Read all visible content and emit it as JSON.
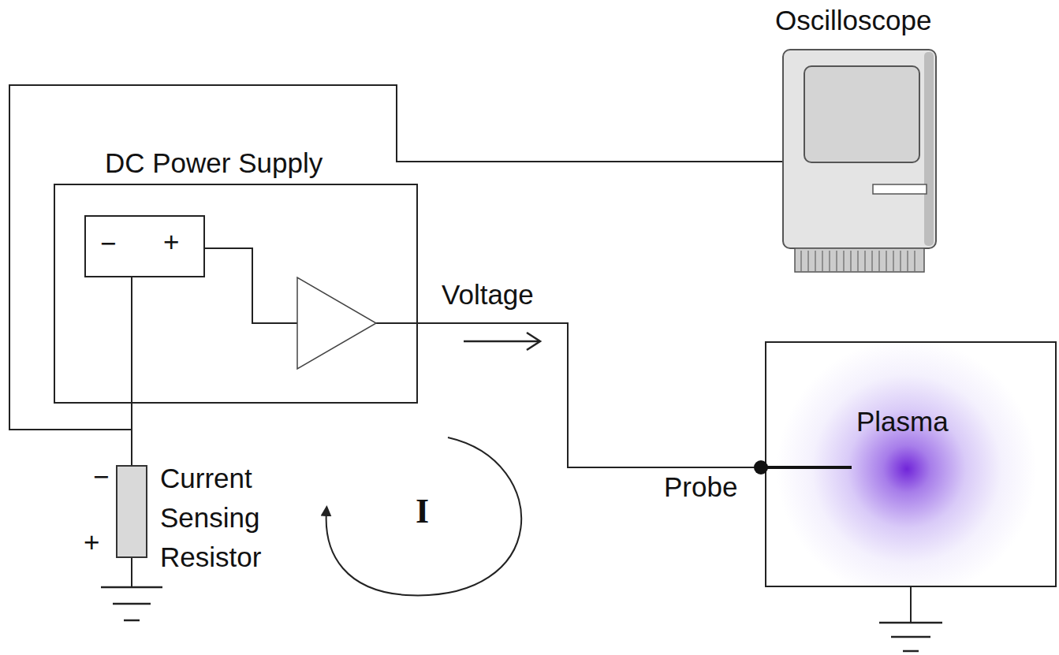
{
  "diagram": {
    "nodes": [
      {
        "text": [
          "DC Power Supply"
        ]
      },
      {
        "text": [
          "−",
          "+"
        ],
        "in": 0
      },
      {
        "text": [
          "Oscilloscope"
        ]
      },
      {
        "text": [
          "−",
          "+",
          "Current Sensing Resistor"
        ]
      },
      {
        "text": [
          "Plasma"
        ]
      }
    ],
    "edges": [
      {
        "from": 1,
        "to": 3,
        "arrow": "none"
      },
      {
        "from": 2,
        "to": 3,
        "arrow": "none"
      },
      {
        "from": 0,
        "to": 4,
        "label": "Voltage",
        "arrow": "none"
      }
    ],
    "labels": [
      "Probe",
      "I"
    ]
  }
}
